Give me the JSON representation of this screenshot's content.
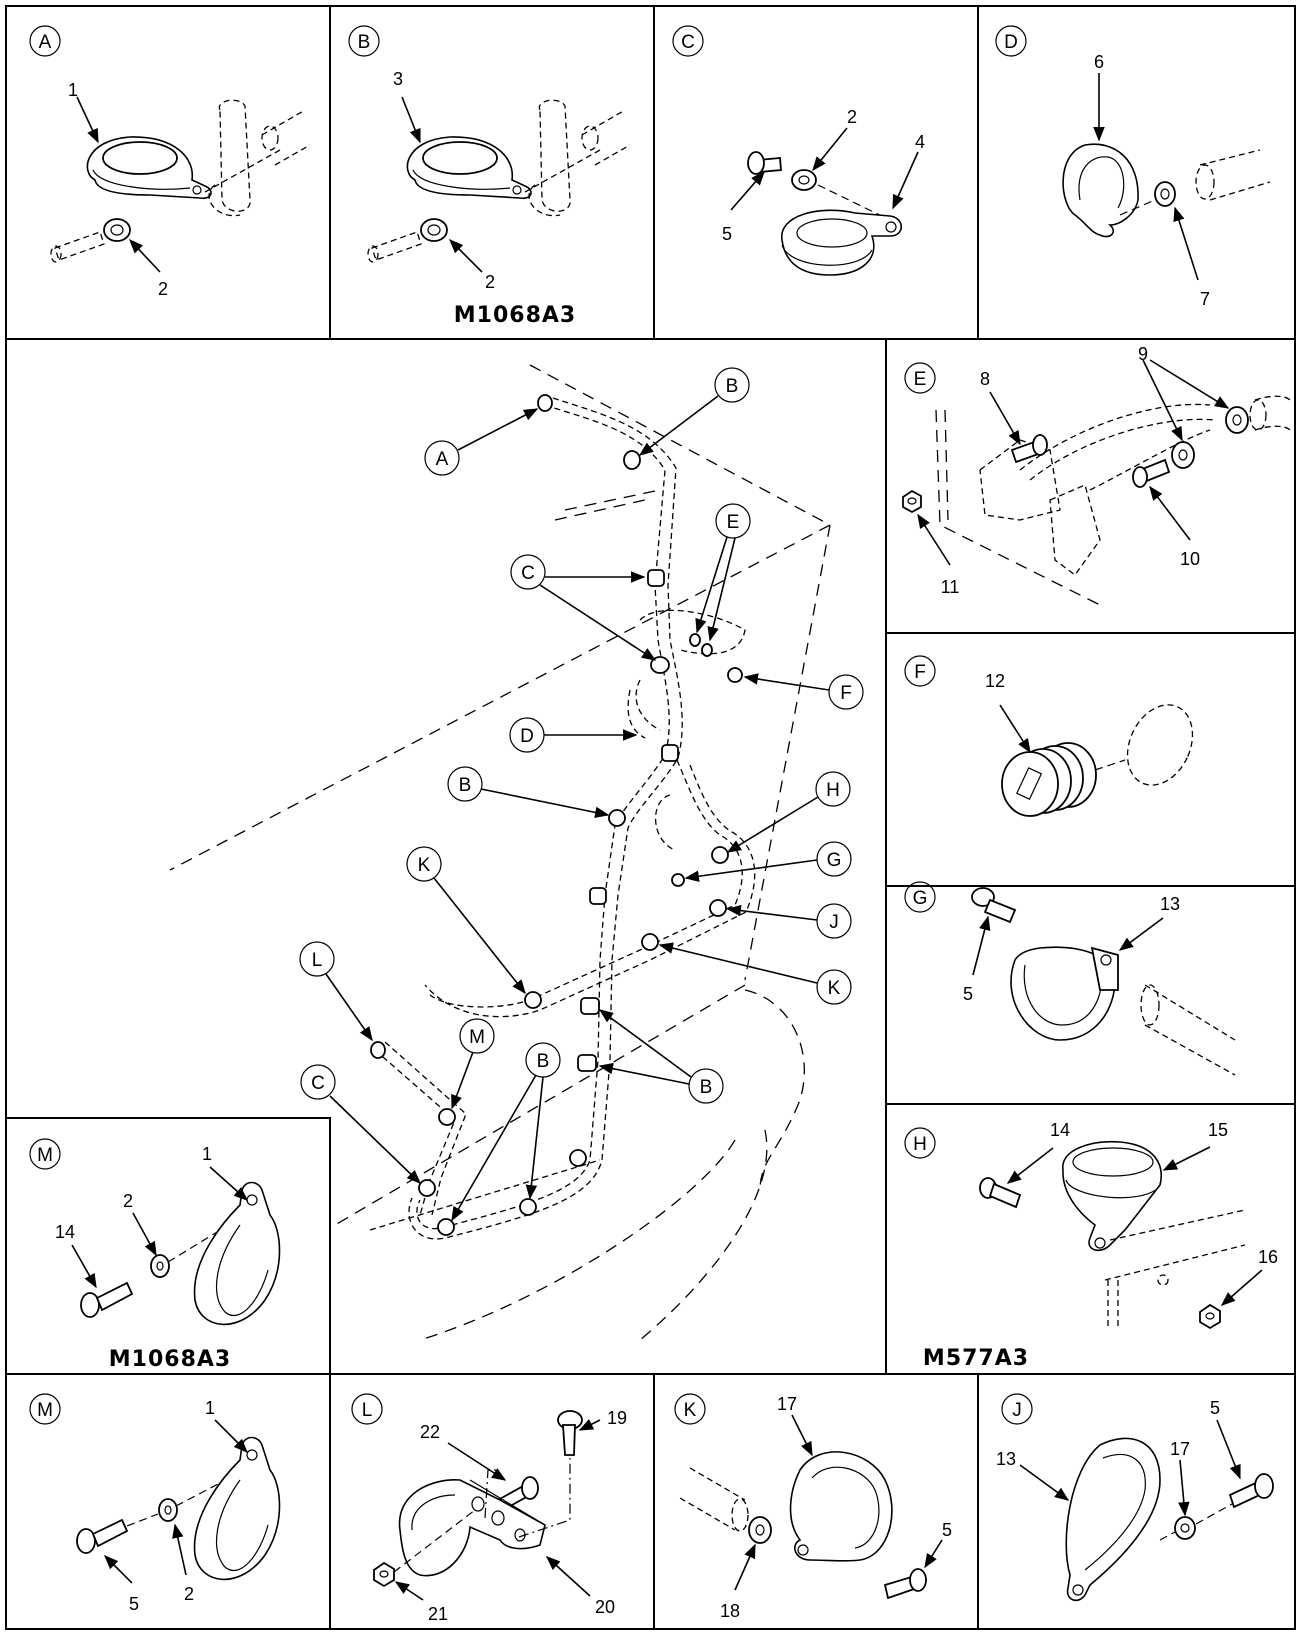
{
  "panels": {
    "A": {
      "letter": "A",
      "nums": [
        "1",
        "2"
      ]
    },
    "B": {
      "letter": "B",
      "nums": [
        "3",
        "2"
      ],
      "model": "M1068A3"
    },
    "C": {
      "letter": "C",
      "nums": [
        "2",
        "4",
        "5"
      ]
    },
    "D": {
      "letter": "D",
      "nums": [
        "6",
        "7"
      ]
    },
    "E": {
      "letter": "E",
      "nums": [
        "8",
        "9",
        "10",
        "11"
      ]
    },
    "F": {
      "letter": "F",
      "nums": [
        "12"
      ]
    },
    "G": {
      "letter": "G",
      "nums": [
        "13",
        "5"
      ]
    },
    "H": {
      "letter": "H",
      "nums": [
        "14",
        "15",
        "16"
      ],
      "model": "M577A3"
    },
    "M1": {
      "letter": "M",
      "nums": [
        "1",
        "2",
        "14"
      ],
      "model": "M1068A3"
    },
    "M2": {
      "letter": "M",
      "nums": [
        "1",
        "5",
        "2"
      ]
    },
    "L": {
      "letter": "L",
      "nums": [
        "22",
        "19",
        "21",
        "20"
      ]
    },
    "K": {
      "letter": "K",
      "nums": [
        "17",
        "5",
        "18"
      ]
    },
    "J": {
      "letter": "J",
      "nums": [
        "5",
        "17",
        "13"
      ]
    }
  },
  "callouts": [
    "A",
    "B",
    "C",
    "E",
    "F",
    "D",
    "B",
    "H",
    "G",
    "K",
    "J",
    "K",
    "L",
    "M",
    "B",
    "B",
    "C"
  ],
  "icons": [
    "loop-clamp-icon",
    "screw-icon",
    "lock-washer-icon",
    "nut-icon",
    "grommet-icon",
    "wire-harness-icon",
    "bracket-icon"
  ]
}
